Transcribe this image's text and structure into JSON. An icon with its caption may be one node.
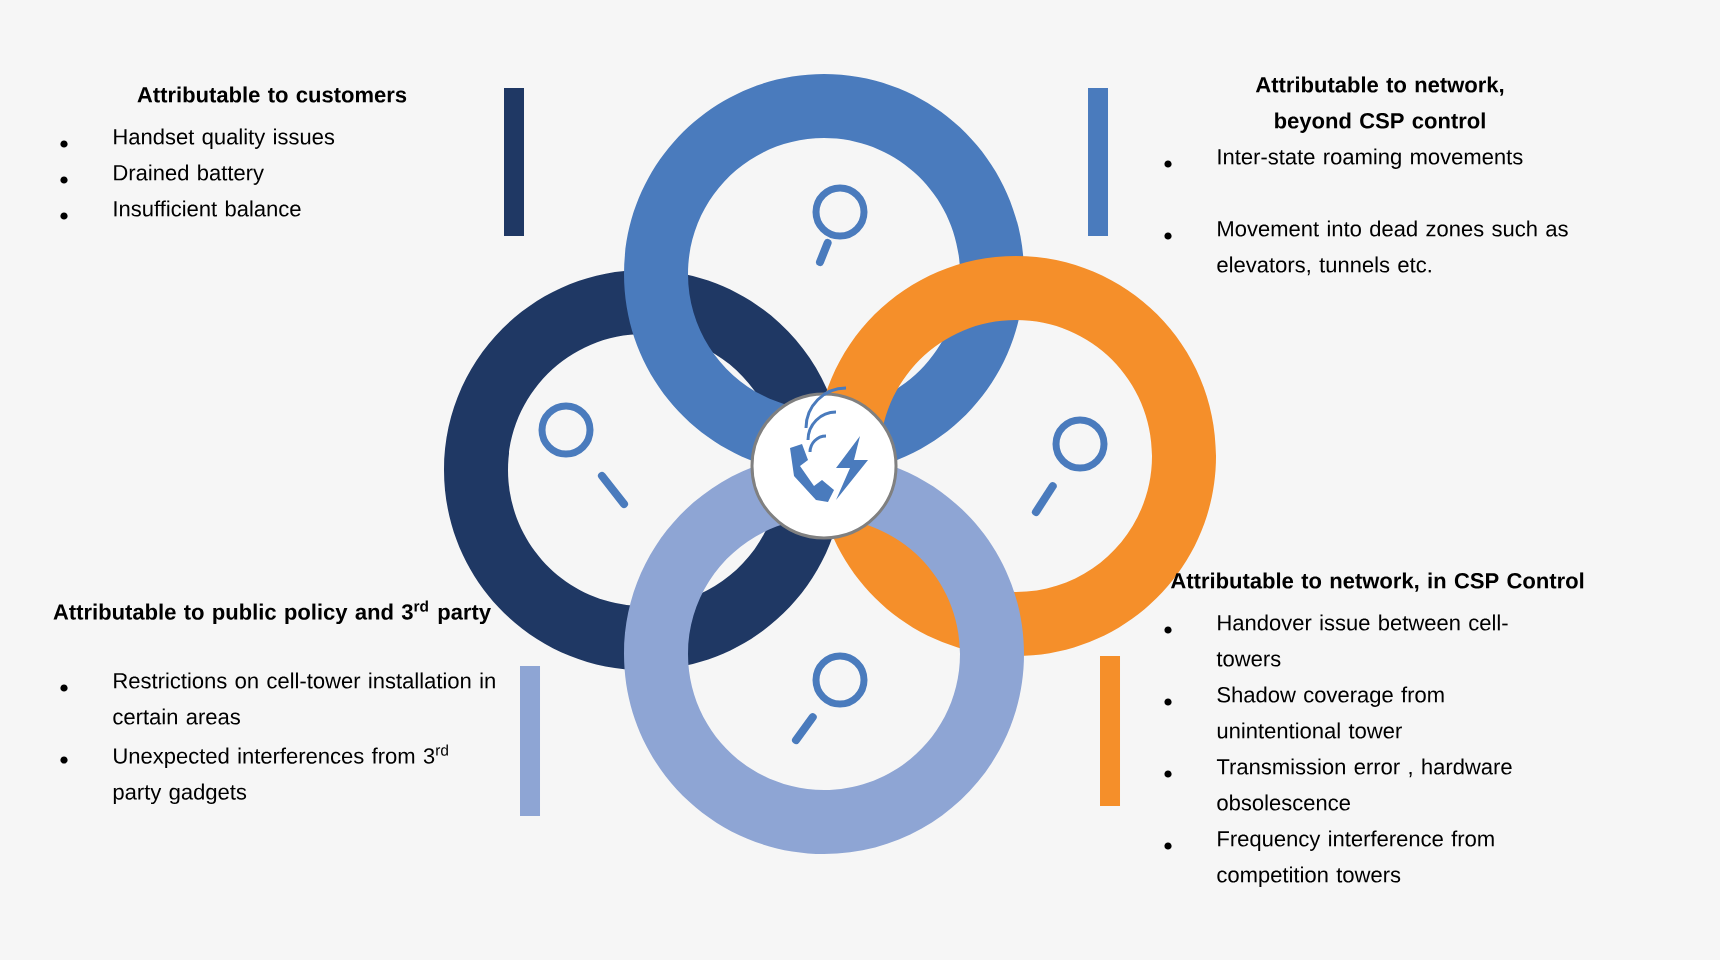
{
  "diagram": {
    "labels": [
      "Attributable to customers",
      "Handset quality issues",
      "Drained battery",
      "Insufficient balance",
      "Attributable to network, beyond CSP control",
      "Inter-state roaming movements",
      "Movement into dead zones such as elevators, tunnels etc.",
      "Attributable to public policy and 3$^{rd}$ party",
      "Restrictions on cell-tower installation in certain areas",
      "Unexpected interferences from 3$^{rd}$ party gadgets",
      "Attributable to network, in CSP Control",
      "Handover issue between cell-towers",
      "Shadow coverage from unintentional tower",
      "Transmission error , hardware obsolescence",
      "Frequency interference from competition towers"
    ]
  }
}
